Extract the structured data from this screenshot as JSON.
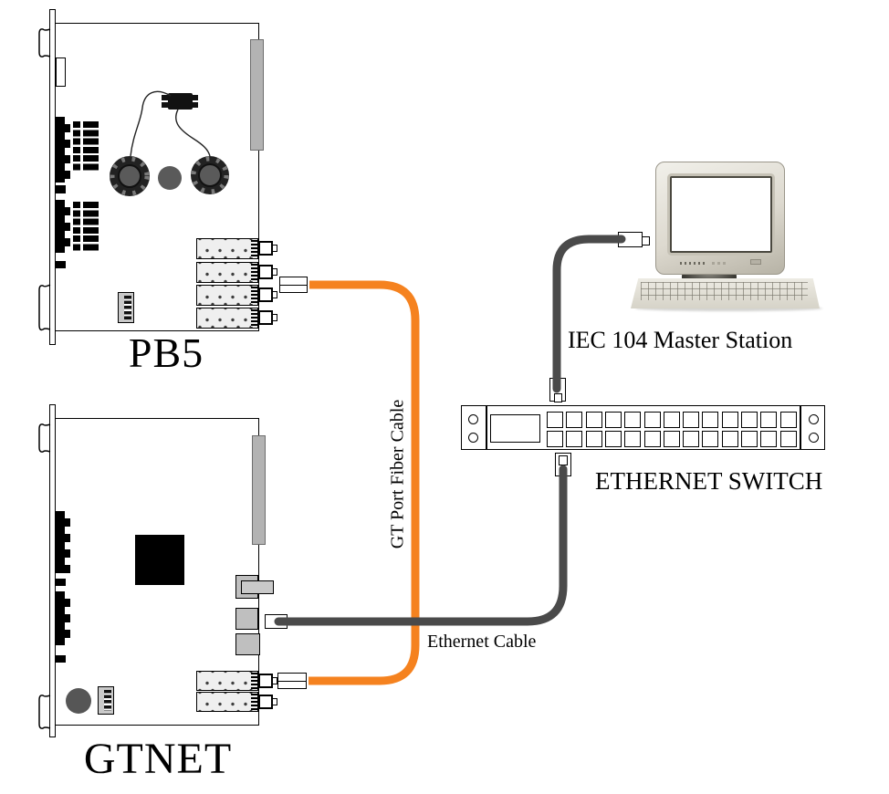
{
  "devices": {
    "pb5": {
      "label": "PB5"
    },
    "gtnet": {
      "label": "GTNET"
    },
    "ethernet_switch": {
      "label": "ETHERNET SWITCH",
      "port_columns": 13,
      "port_rows": 2
    },
    "master_station": {
      "label": "IEC 104 Master Station"
    }
  },
  "cables": {
    "fiber": {
      "label": "GT Port Fiber Cable",
      "color": "#F5821F"
    },
    "ethernet": {
      "label": "Ethernet Cable",
      "color": "#4A4A4A"
    }
  },
  "colors": {
    "outline": "#000000",
    "connector_gray": "#BFBFBF",
    "module_fill": "#EFEFEF"
  }
}
